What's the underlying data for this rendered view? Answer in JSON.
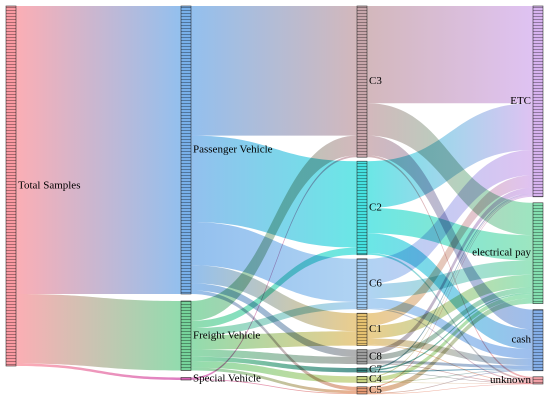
{
  "chart_data": {
    "type": "sankey",
    "title": "",
    "columns": [
      [
        {
          "id": "total",
          "label": "Total Samples",
          "value": 100,
          "color": "#fb9aa2"
        }
      ],
      [
        {
          "id": "pv",
          "label": "Passenger Vehicle",
          "value": 80,
          "color": "#78b0ea"
        },
        {
          "id": "fv",
          "label": "Freight Vehicle",
          "value": 19.3,
          "color": "#76d39a"
        },
        {
          "id": "sv",
          "label": "Special Vehicle",
          "value": 0.7,
          "color": "#d65db3"
        }
      ],
      [
        {
          "id": "c3",
          "label": "C3",
          "value": 42,
          "color": "#c8a6ab"
        },
        {
          "id": "c2",
          "label": "C2",
          "value": 26,
          "color": "#45e1e0"
        },
        {
          "id": "c6",
          "label": "C6",
          "value": 14,
          "color": "#9cc8f0"
        },
        {
          "id": "c1",
          "label": "C1",
          "value": 9,
          "color": "#e6c170"
        },
        {
          "id": "c8",
          "label": "C8",
          "value": 4,
          "color": "#9d9d9d"
        },
        {
          "id": "c7",
          "label": "C7",
          "value": 1.2,
          "color": "#2f7f7a"
        },
        {
          "id": "c4",
          "label": "C4",
          "value": 1.8,
          "color": "#c7d27e"
        },
        {
          "id": "c5",
          "label": "C5",
          "value": 2,
          "color": "#e79a73"
        }
      ],
      [
        {
          "id": "etc",
          "label": "ETC",
          "value": 53,
          "color": "#d7b3ef"
        },
        {
          "id": "ep",
          "label": "electrical pay",
          "value": 28,
          "color": "#84dfb0"
        },
        {
          "id": "cash",
          "label": "cash",
          "value": 17,
          "color": "#84aee8"
        },
        {
          "id": "unk",
          "label": "unknown",
          "value": 2,
          "color": "#f0a0a6"
        }
      ]
    ],
    "links": [
      {
        "source": "total",
        "target": "pv",
        "value": 80
      },
      {
        "source": "total",
        "target": "fv",
        "value": 19.3
      },
      {
        "source": "total",
        "target": "sv",
        "value": 0.7
      },
      {
        "source": "pv",
        "target": "c3",
        "value": 36
      },
      {
        "source": "pv",
        "target": "c2",
        "value": 24
      },
      {
        "source": "pv",
        "target": "c6",
        "value": 12
      },
      {
        "source": "pv",
        "target": "c1",
        "value": 5
      },
      {
        "source": "pv",
        "target": "c8",
        "value": 2
      },
      {
        "source": "pv",
        "target": "c5",
        "value": 1
      },
      {
        "source": "fv",
        "target": "c3",
        "value": 5.5
      },
      {
        "source": "fv",
        "target": "c2",
        "value": 2
      },
      {
        "source": "fv",
        "target": "c6",
        "value": 2
      },
      {
        "source": "fv",
        "target": "c1",
        "value": 4
      },
      {
        "source": "fv",
        "target": "c8",
        "value": 2
      },
      {
        "source": "fv",
        "target": "c7",
        "value": 1.2
      },
      {
        "source": "fv",
        "target": "c4",
        "value": 1.8
      },
      {
        "source": "fv",
        "target": "c5",
        "value": 0.8
      },
      {
        "source": "sv",
        "target": "c3",
        "value": 0.5
      },
      {
        "source": "sv",
        "target": "c5",
        "value": 0.2
      },
      {
        "source": "c3",
        "target": "etc",
        "value": 27
      },
      {
        "source": "c3",
        "target": "ep",
        "value": 9
      },
      {
        "source": "c3",
        "target": "cash",
        "value": 5.5
      },
      {
        "source": "c3",
        "target": "unk",
        "value": 0.5
      },
      {
        "source": "c2",
        "target": "etc",
        "value": 13
      },
      {
        "source": "c2",
        "target": "ep",
        "value": 7
      },
      {
        "source": "c2",
        "target": "cash",
        "value": 5.5
      },
      {
        "source": "c2",
        "target": "unk",
        "value": 0.5
      },
      {
        "source": "c6",
        "target": "etc",
        "value": 7
      },
      {
        "source": "c6",
        "target": "ep",
        "value": 4
      },
      {
        "source": "c6",
        "target": "cash",
        "value": 2.7
      },
      {
        "source": "c6",
        "target": "unk",
        "value": 0.3
      },
      {
        "source": "c1",
        "target": "etc",
        "value": 3.5
      },
      {
        "source": "c1",
        "target": "ep",
        "value": 3.5
      },
      {
        "source": "c1",
        "target": "cash",
        "value": 1.8
      },
      {
        "source": "c1",
        "target": "unk",
        "value": 0.2
      },
      {
        "source": "c8",
        "target": "etc",
        "value": 1.5
      },
      {
        "source": "c8",
        "target": "ep",
        "value": 1.5
      },
      {
        "source": "c8",
        "target": "cash",
        "value": 0.8
      },
      {
        "source": "c8",
        "target": "unk",
        "value": 0.2
      },
      {
        "source": "c7",
        "target": "etc",
        "value": 0.4
      },
      {
        "source": "c7",
        "target": "ep",
        "value": 0.4
      },
      {
        "source": "c7",
        "target": "cash",
        "value": 0.3
      },
      {
        "source": "c7",
        "target": "unk",
        "value": 0.1
      },
      {
        "source": "c4",
        "target": "etc",
        "value": 0.3
      },
      {
        "source": "c4",
        "target": "ep",
        "value": 1.2
      },
      {
        "source": "c4",
        "target": "cash",
        "value": 0.2
      },
      {
        "source": "c4",
        "target": "unk",
        "value": 0.1
      },
      {
        "source": "c5",
        "target": "etc",
        "value": 0.3
      },
      {
        "source": "c5",
        "target": "ep",
        "value": 1.4
      },
      {
        "source": "c5",
        "target": "cash",
        "value": 0.2
      },
      {
        "source": "c5",
        "target": "unk",
        "value": 0.1
      }
    ]
  }
}
